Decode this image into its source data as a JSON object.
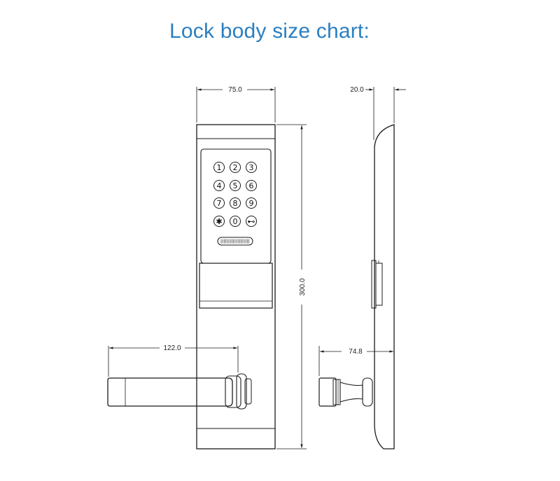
{
  "title": "Lock body size chart:",
  "dimensions": {
    "width": "75.0",
    "height": "300.0",
    "handle_length": "122.0",
    "thickness": "20.0",
    "handle_depth": "74.8"
  },
  "keypad": {
    "keys": [
      "1",
      "2",
      "3",
      "4",
      "5",
      "6",
      "7",
      "8",
      "9",
      "✱",
      "0",
      "⊷"
    ]
  }
}
